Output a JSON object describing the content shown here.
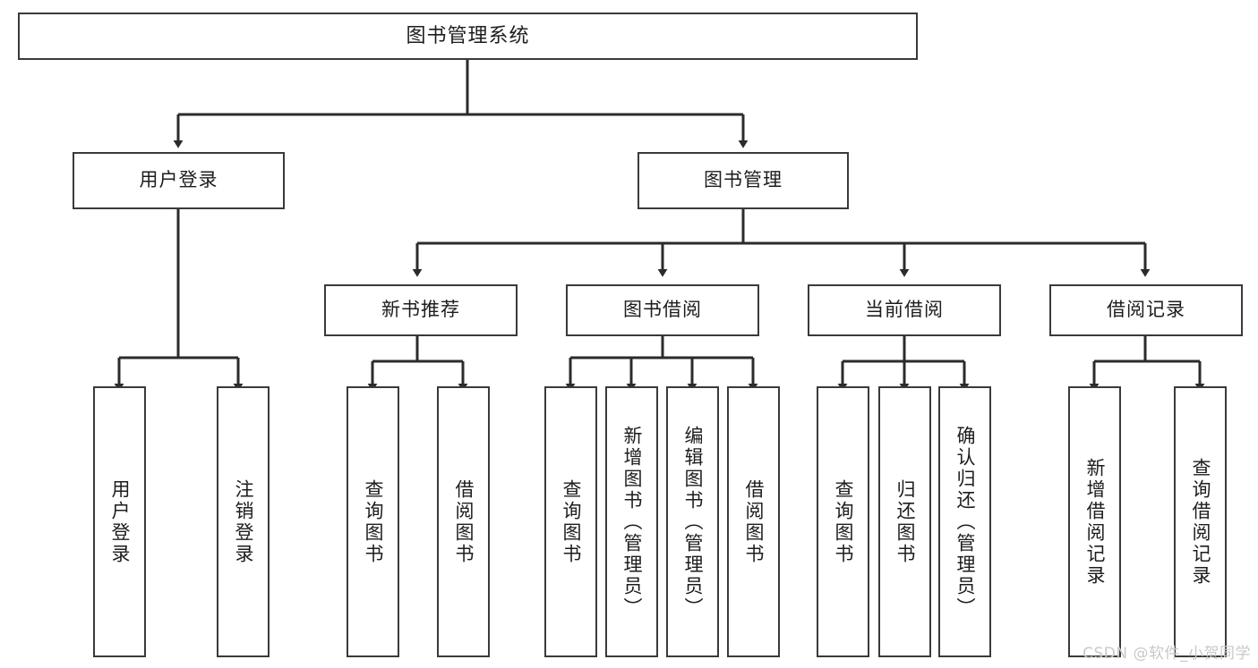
{
  "diagram": {
    "title": "图书管理系统",
    "type": "hierarchy-tree",
    "watermark": "CSDN @软件_小贺同学",
    "colors": {
      "box_border": "#3a3a3a",
      "box_fill": "#ffffff",
      "edge": "#2b2b2b",
      "text": "#1d1d1d",
      "watermark": "#c9c9c9"
    },
    "nodes": {
      "root": {
        "label": "图书管理系统"
      },
      "level2": [
        {
          "id": "user-login",
          "label": "用户登录"
        },
        {
          "id": "book-manage",
          "label": "图书管理"
        }
      ],
      "level3": [
        {
          "id": "new-book-rec",
          "label": "新书推荐"
        },
        {
          "id": "book-borrow",
          "label": "图书借阅"
        },
        {
          "id": "current-borrow",
          "label": "当前借阅"
        },
        {
          "id": "borrow-record",
          "label": "借阅记录"
        }
      ],
      "leaves": {
        "user_login": [
          {
            "id": "leaf-user-login",
            "label": "用户登录"
          },
          {
            "id": "leaf-logout",
            "label": "注销登录"
          }
        ],
        "new_book_rec": [
          {
            "id": "leaf-query-book-1",
            "label": "查询图书"
          },
          {
            "id": "leaf-borrow-book-1",
            "label": "借阅图书"
          }
        ],
        "book_borrow": [
          {
            "id": "leaf-query-book-2",
            "label": "查询图书"
          },
          {
            "id": "leaf-add-book",
            "label": "新增图书（管理员）"
          },
          {
            "id": "leaf-edit-book",
            "label": "编辑图书（管理员）"
          },
          {
            "id": "leaf-borrow-book-2",
            "label": "借阅图书"
          }
        ],
        "current_borrow": [
          {
            "id": "leaf-query-book-3",
            "label": "查询图书"
          },
          {
            "id": "leaf-return-book",
            "label": "归还图书"
          },
          {
            "id": "leaf-confirm-return",
            "label": "确认归还（管理员）"
          }
        ],
        "borrow_record": [
          {
            "id": "leaf-add-record",
            "label": "新增借阅记录"
          },
          {
            "id": "leaf-query-record",
            "label": "查询借阅记录"
          }
        ]
      }
    }
  }
}
